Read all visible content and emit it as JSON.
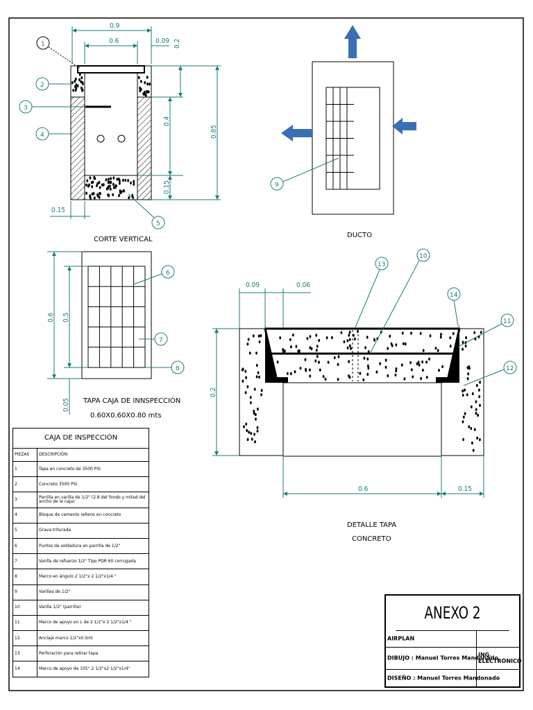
{
  "views": {
    "corte_vertical": "CORTE VERTICAL",
    "ducto": "DUCTO",
    "tapa_caja": "TAPA CAJA DE INNSPECCIÓN",
    "tapa_caja_size": "0.60X0.60X0.80 mts",
    "detalle_tapa_1": "DETALLE TAPA",
    "detalle_tapa_2": "CONCRETO"
  },
  "dimensions": {
    "d09_top": "0.9",
    "d06_top": "0.6",
    "d009": "0.09",
    "d02": "0.2",
    "d04": "0.4",
    "d085": "0.85",
    "d015_v": "0.15",
    "d015_h": "0.15",
    "tapa_06": "0.6",
    "tapa_05": "0.5",
    "tapa_005": "0.05",
    "det_009": "0.09",
    "det_006": "0.06",
    "det_02": "0.2",
    "det_06": "0.6",
    "det_015": "0.15"
  },
  "bubbles": [
    "1",
    "2",
    "3",
    "4",
    "5",
    "6",
    "7",
    "8",
    "9",
    "10",
    "11",
    "12",
    "13",
    "14"
  ],
  "table": {
    "title": "CAJA DE INSPECCIÓN",
    "col_piezas": "PIEZAS",
    "col_desc": "DESCRIPCIÓN",
    "rows": [
      {
        "n": "1",
        "d": "Tapa en concreto de 3500 PSI"
      },
      {
        "n": "2",
        "d": "Concreto 3500 PSI"
      },
      {
        "n": "3",
        "d": "Parrilla en varilla de 1/2\" (2.8 del fondo y mitad del ancho de la caja)"
      },
      {
        "n": "4",
        "d": "Bloque de cemento relleno en concreto"
      },
      {
        "n": "5",
        "d": "Grava triturada"
      },
      {
        "n": "6",
        "d": "Puntos de soldadura en parrilla de 1/2\""
      },
      {
        "n": "7",
        "d": "Varilla de refuerzo 1/2\" Tipo PDR 60 corrugada"
      },
      {
        "n": "8",
        "d": "Marco en ángulo 2  1/2\"x 2  1/2\"x1/4 \""
      },
      {
        "n": "9",
        "d": "Varillas de 1/2\""
      },
      {
        "n": "10",
        "d": "Varilla 1/2\" (parrilla)"
      },
      {
        "n": "11",
        "d": "Marco de apoyo en L de  2  1/2\"x 2  1/2\"x1/4 \""
      },
      {
        "n": "12",
        "d": "Anclaje marco 1/2\"x0.5ml"
      },
      {
        "n": "13",
        "d": "Perforación para retirar tapa"
      },
      {
        "n": "14",
        "d": "Marco de apoyo de 105° 2 1/2\"x2 1/2\"x1/4\""
      }
    ]
  },
  "title_block": {
    "title": "ANEXO 2",
    "airplan": "AIRPLAN",
    "dibujo": "DIBUJO : Manuel Torres Mandonado",
    "ing": "ING. ELECTRÓNICO",
    "diseno": "DISEÑO : Manuel Torres Mandonado"
  },
  "colors": {
    "dim": "#1a7a7a",
    "arrow": "#3a6fb5",
    "line": "#000000"
  }
}
